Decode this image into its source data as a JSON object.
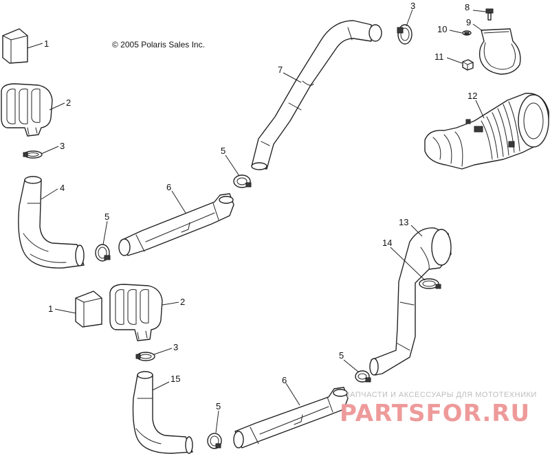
{
  "copyright": "© 2005 Polaris Sales Inc.",
  "watermark": {
    "tagline": "ЗАПЧАСТИ И АКСЕССУАРЫ ДЛЯ МОТОТЕХНИКИ",
    "logo": "PARTSFOR.RU"
  },
  "callouts": {
    "c1a": "1",
    "c2a": "2",
    "c3a": "3",
    "c4": "4",
    "c5a": "5",
    "c6a": "6",
    "c5b": "5",
    "c7": "7",
    "c3b": "3",
    "c8": "8",
    "c9": "9",
    "c10": "10",
    "c11": "11",
    "c12": "12",
    "c13": "13",
    "c14": "14",
    "c1b": "1",
    "c2b": "2",
    "c3c": "3",
    "c15": "15",
    "c5c": "5",
    "c6b": "6",
    "c5d": "5"
  }
}
